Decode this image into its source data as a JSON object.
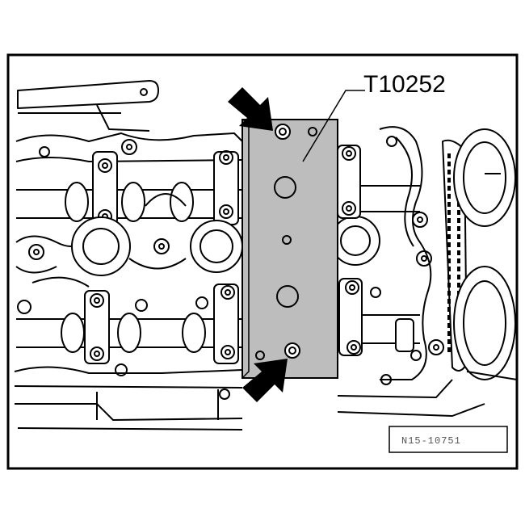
{
  "figure": {
    "tool_label": "T10252",
    "reference_code": "N15-10751",
    "colors": {
      "ink": "#000000",
      "tool_fill": "#bdbdbd",
      "background": "#ffffff"
    },
    "arrows": [
      "arrow-top-pointing-bolt",
      "arrow-bottom-pointing-bolt"
    ]
  }
}
